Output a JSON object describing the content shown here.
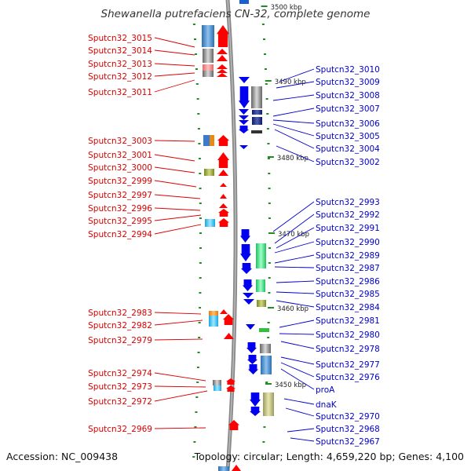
{
  "title": "Shewanella putrefaciens CN-32, complete genome",
  "accession": "Accession: NC_009438",
  "topology": "Topology: circular; Length: 4,659,220 bp; Genes: 4,100",
  "colors": {
    "left_label": "#dd0000",
    "right_label": "#0000cc",
    "backbone": "#888888",
    "tick": "#228b22",
    "forward_gene": "#ff0000",
    "reverse_gene": "#0000ee"
  },
  "scale_labels": [
    "3500 kbp",
    "3490 kbp",
    "3480 kbp",
    "3470 kbp",
    "3460 kbp",
    "3450 kbp"
  ],
  "left_genes": [
    "Sputcn32_3015",
    "Sputcn32_3014",
    "Sputcn32_3013",
    "Sputcn32_3012",
    "Sputcn32_3011",
    "Sputcn32_3003",
    "Sputcn32_3001",
    "Sputcn32_3000",
    "Sputcn32_2999",
    "Sputcn32_2997",
    "Sputcn32_2996",
    "Sputcn32_2995",
    "Sputcn32_2994",
    "Sputcn32_2983",
    "Sputcn32_2982",
    "Sputcn32_2979",
    "Sputcn32_2974",
    "Sputcn32_2973",
    "Sputcn32_2972",
    "Sputcn32_2969"
  ],
  "right_genes": [
    "Sputcn32_3010",
    "Sputcn32_3009",
    "Sputcn32_3008",
    "Sputcn32_3007",
    "Sputcn32_3006",
    "Sputcn32_3005",
    "Sputcn32_3004",
    "Sputcn32_3002",
    "Sputcn32_2993",
    "Sputcn32_2992",
    "Sputcn32_2991",
    "Sputcn32_2990",
    "Sputcn32_2989",
    "Sputcn32_2987",
    "Sputcn32_2986",
    "Sputcn32_2985",
    "Sputcn32_2984",
    "Sputcn32_2981",
    "Sputcn32_2980",
    "Sputcn32_2978",
    "Sputcn32_2977",
    "Sputcn32_2976",
    "proA",
    "dnaK",
    "Sputcn32_2970",
    "Sputcn32_2968",
    "Sputcn32_2967"
  ]
}
